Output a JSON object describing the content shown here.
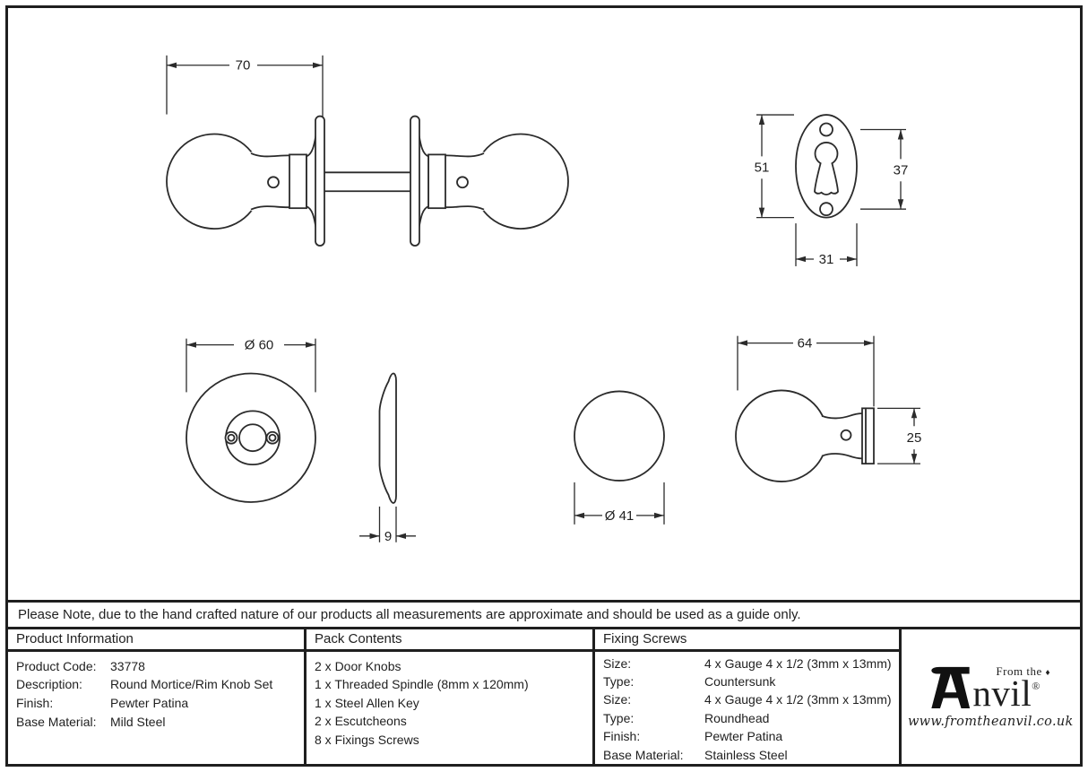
{
  "note": {
    "text": "Please Note, due to the hand crafted nature of our products all measurements are approximate and should be used as a guide only."
  },
  "drawings": {
    "knob_set_front": {
      "width": "70"
    },
    "escutcheon": {
      "height": "51",
      "keyhole_span": "37",
      "width": "31"
    },
    "rose_front": {
      "diameter": "Ø 60"
    },
    "rose_side": {
      "thickness": "9"
    },
    "knob_front": {
      "diameter": "Ø 41"
    },
    "knob_side": {
      "projection": "64",
      "base_diameter": "25"
    }
  },
  "product_information": {
    "header": "Product Information",
    "rows": [
      {
        "label": "Product Code:",
        "value": "33778"
      },
      {
        "label": "Description:",
        "value": "Round Mortice/Rim Knob Set"
      },
      {
        "label": "Finish:",
        "value": "Pewter Patina"
      },
      {
        "label": "Base Material:",
        "value": "Mild Steel"
      }
    ]
  },
  "pack_contents": {
    "header": "Pack Contents",
    "items": [
      "2 x Door Knobs",
      "1 x Threaded Spindle (8mm x 120mm)",
      "1 x Steel Allen Key",
      "2 x Escutcheons",
      "8 x Fixings Screws"
    ]
  },
  "fixing_screws": {
    "header": "Fixing Screws",
    "rows": [
      {
        "label": "Size:",
        "value": "4 x Gauge 4 x 1/2 (3mm x 13mm)"
      },
      {
        "label": "Type:",
        "value": "Countersunk"
      },
      {
        "label": "Size:",
        "value": "4 x Gauge 4 x 1/2 (3mm x 13mm)"
      },
      {
        "label": "Type:",
        "value": "Roundhead"
      },
      {
        "label": "Finish:",
        "value": "Pewter Patina"
      },
      {
        "label": "Base Material:",
        "value": "Stainless Steel"
      }
    ]
  },
  "logo": {
    "tagline": "From the",
    "diamond": "♦",
    "brand_suffix": "nvil",
    "registered": "®",
    "url": "www.fromtheanvil.co.uk"
  },
  "colors": {
    "ink": "#1f1f1f",
    "line": "#2b2b2b",
    "background": "#ffffff"
  }
}
